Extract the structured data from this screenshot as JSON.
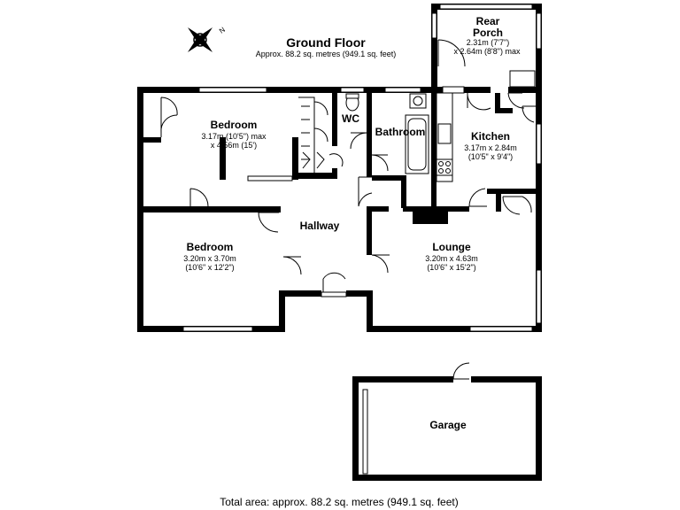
{
  "header": {
    "title": "Ground Floor",
    "subtitle": "Approx. 88.2 sq. metres (949.1 sq. feet)"
  },
  "compass": {
    "letter": "N"
  },
  "rooms": {
    "bedroom1": {
      "name": "Bedroom",
      "dim1": "3.17m (10'5\") max",
      "dim2": "x 4.56m (15')"
    },
    "bedroom2": {
      "name": "Bedroom",
      "dim1": "3.20m x 3.70m",
      "dim2": "(10'6\" x 12'2\")"
    },
    "wc": {
      "name": "WC"
    },
    "bathroom": {
      "name": "Bathroom"
    },
    "kitchen": {
      "name": "Kitchen",
      "dim1": "3.17m x 2.84m",
      "dim2": "(10'5\" x 9'4\")"
    },
    "rear_porch": {
      "name1": "Rear",
      "name2": "Porch",
      "dim1": "2.31m (7'7\")",
      "dim2": "x 2.64m (8'8\") max"
    },
    "hallway": {
      "name": "Hallway"
    },
    "lounge": {
      "name": "Lounge",
      "dim1": "3.20m x 4.63m",
      "dim2": "(10'6\" x 15'2\")"
    },
    "garage": {
      "name": "Garage"
    }
  },
  "footer": {
    "total_area": "Total area: approx. 88.2 sq. metres (949.1 sq. feet)"
  }
}
